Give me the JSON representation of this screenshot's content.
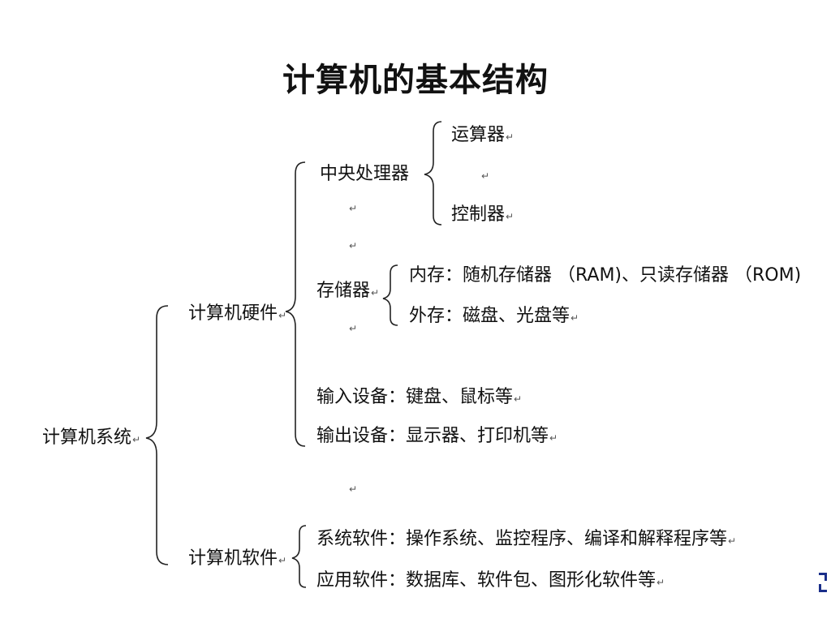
{
  "title": "计算机的基本结构",
  "tree": {
    "root": "计算机系统",
    "hardware": {
      "label": "计算机硬件",
      "cpu": {
        "label": "中央处理器",
        "alu": "运算器",
        "control": "控制器"
      },
      "storage": {
        "label": "存储器",
        "internal": "内存：随机存储器 （RAM)、只读存储器 （ROM)",
        "external": "外存：磁盘、光盘等"
      },
      "input": "输入设备：键盘、鼠标等",
      "output": "输出设备：显示器、打印机等"
    },
    "software": {
      "label": "计算机软件",
      "system": "系统软件：操作系统、监控程序、编译和解释程序等",
      "application": "应用软件：数据库、软件包、图形化软件等"
    }
  },
  "paragraph_mark": "↵"
}
